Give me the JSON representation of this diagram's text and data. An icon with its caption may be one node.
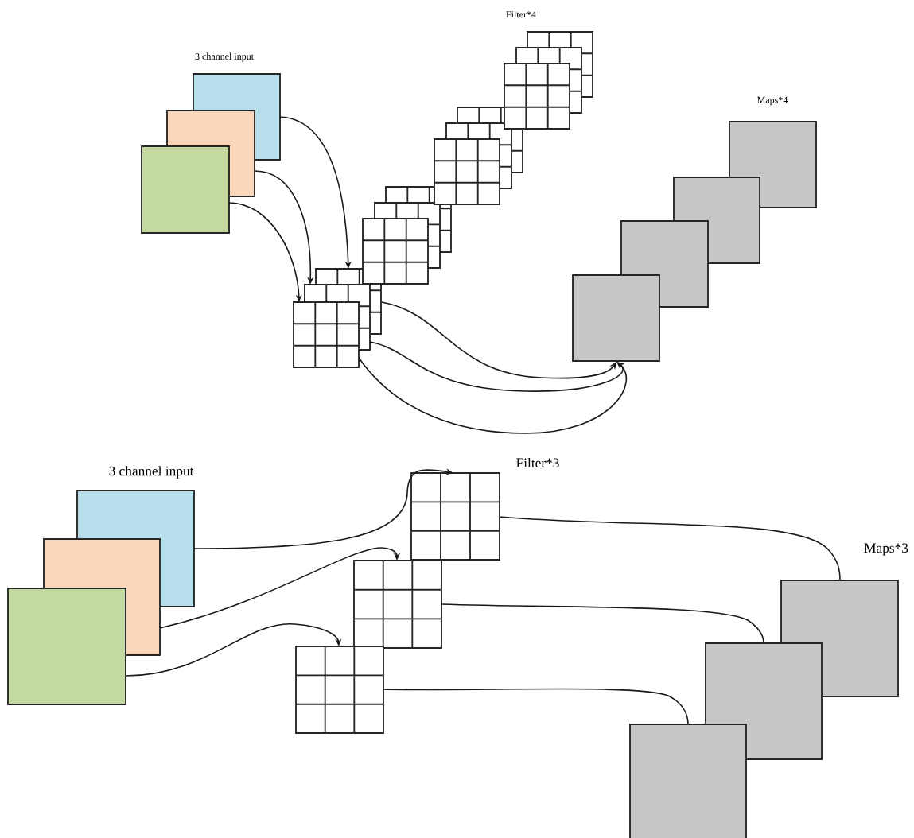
{
  "diagram": {
    "nodes": [
      {
        "text": [],
        "shape": "box"
      },
      {
        "text": [],
        "shape": "box"
      },
      {
        "text": [],
        "shape": "box"
      },
      {
        "text": [],
        "shape": "grid"
      },
      {
        "text": [],
        "shape": "grid"
      },
      {
        "text": [],
        "shape": "grid"
      },
      {
        "text": [],
        "shape": "grid"
      },
      {
        "text": [],
        "shape": "grid"
      },
      {
        "text": [],
        "shape": "grid"
      },
      {
        "text": [],
        "shape": "grid"
      },
      {
        "text": [],
        "shape": "grid"
      },
      {
        "text": [],
        "shape": "grid"
      },
      {
        "text": [],
        "shape": "grid"
      },
      {
        "text": [],
        "shape": "grid"
      },
      {
        "text": [],
        "shape": "grid"
      },
      {
        "text": [],
        "shape": "box"
      },
      {
        "text": [],
        "shape": "box"
      },
      {
        "text": [],
        "shape": "box"
      },
      {
        "text": [],
        "shape": "box"
      },
      {
        "text": [],
        "shape": "box"
      },
      {
        "text": [],
        "shape": "box"
      },
      {
        "text": [],
        "shape": "box"
      },
      {
        "text": [],
        "shape": "grid"
      },
      {
        "text": [],
        "shape": "grid"
      },
      {
        "text": [],
        "shape": "grid"
      },
      {
        "text": [],
        "shape": "box"
      },
      {
        "text": [],
        "shape": "box"
      },
      {
        "text": [],
        "shape": "box"
      }
    ],
    "edges": [
      {
        "from": 0,
        "to": 3,
        "arrow": "to"
      },
      {
        "from": 1,
        "to": 4,
        "arrow": "to"
      },
      {
        "from": 2,
        "to": 5,
        "arrow": "to"
      },
      {
        "from": 3,
        "to": 18,
        "arrow": "to"
      },
      {
        "from": 4,
        "to": 18,
        "arrow": "to"
      },
      {
        "from": 5,
        "to": 18,
        "arrow": "to"
      },
      {
        "from": 19,
        "to": 22,
        "arrow": "to"
      },
      {
        "from": 20,
        "to": 23,
        "arrow": "to"
      },
      {
        "from": 21,
        "to": 24,
        "arrow": "to"
      },
      {
        "from": 22,
        "to": 25,
        "arrow": "none"
      },
      {
        "from": 23,
        "to": 26,
        "arrow": "none"
      },
      {
        "from": 24,
        "to": 27,
        "arrow": "none"
      }
    ],
    "labels": [
      "Filter*4",
      "3 channel input",
      "Maps*4",
      "Filter*3",
      "3 channel input",
      "Maps*3"
    ]
  }
}
